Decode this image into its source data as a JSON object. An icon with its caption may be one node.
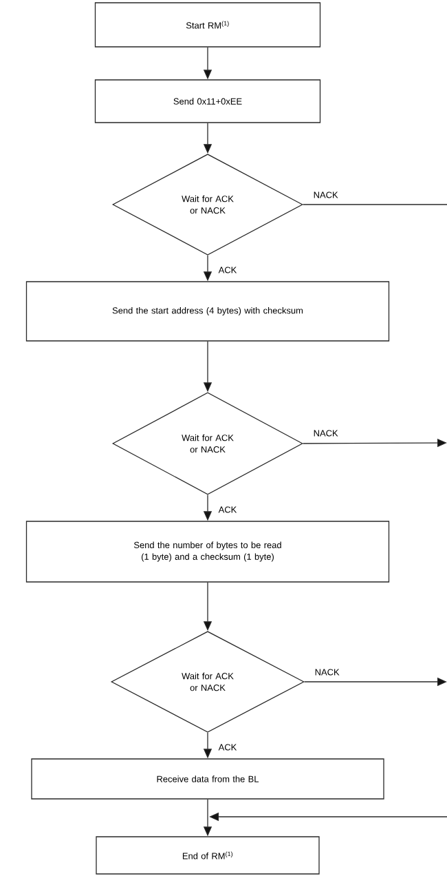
{
  "diagram": {
    "nodes": [
      {
        "text": [
          "Start RM$^{(1)}$"
        ]
      },
      {
        "text": [
          "Send 0x11+0xEE"
        ]
      },
      {
        "text": [
          "Wait for ACK or NACK"
        ]
      },
      {
        "text": [
          "Send the start address (4 bytes) with checksum"
        ]
      },
      {
        "text": [
          "Wait for ACK or NACK"
        ]
      },
      {
        "text": [
          "Send the number of bytes to be read (1 byte) and a checksum (1 byte)"
        ]
      },
      {
        "text": [
          "Wait for ACK or NACK"
        ]
      },
      {
        "text": [
          "Receive data from the BL"
        ]
      },
      {
        "text": [
          "End of RM$^{(1)}$"
        ]
      }
    ],
    "edges": [
      {
        "from": 0,
        "to": 1,
        "arrow": "to"
      },
      {
        "from": 1,
        "to": 2,
        "arrow": "to"
      },
      {
        "from": 2,
        "to": 3,
        "arrow": "to",
        "label": "ACK"
      },
      {
        "from": 3,
        "to": 4,
        "arrow": "to"
      },
      {
        "from": 4,
        "to": 5,
        "arrow": "to",
        "label": "ACK"
      },
      {
        "from": 5,
        "to": 6,
        "arrow": "to"
      },
      {
        "from": 6,
        "to": 7,
        "arrow": "to",
        "label": "ACK"
      },
      {
        "from": 7,
        "to": 8,
        "arrow": "to"
      },
      {
        "from": 2,
        "to": null,
        "arrow": "none",
        "label": "NACK"
      },
      {
        "from": 4,
        "to": null,
        "arrow": "to",
        "label": "NACK"
      },
      {
        "from": 6,
        "to": null,
        "arrow": "to",
        "label": "NACK"
      },
      {
        "from": null,
        "to": 8,
        "arrow": "to"
      }
    ]
  }
}
